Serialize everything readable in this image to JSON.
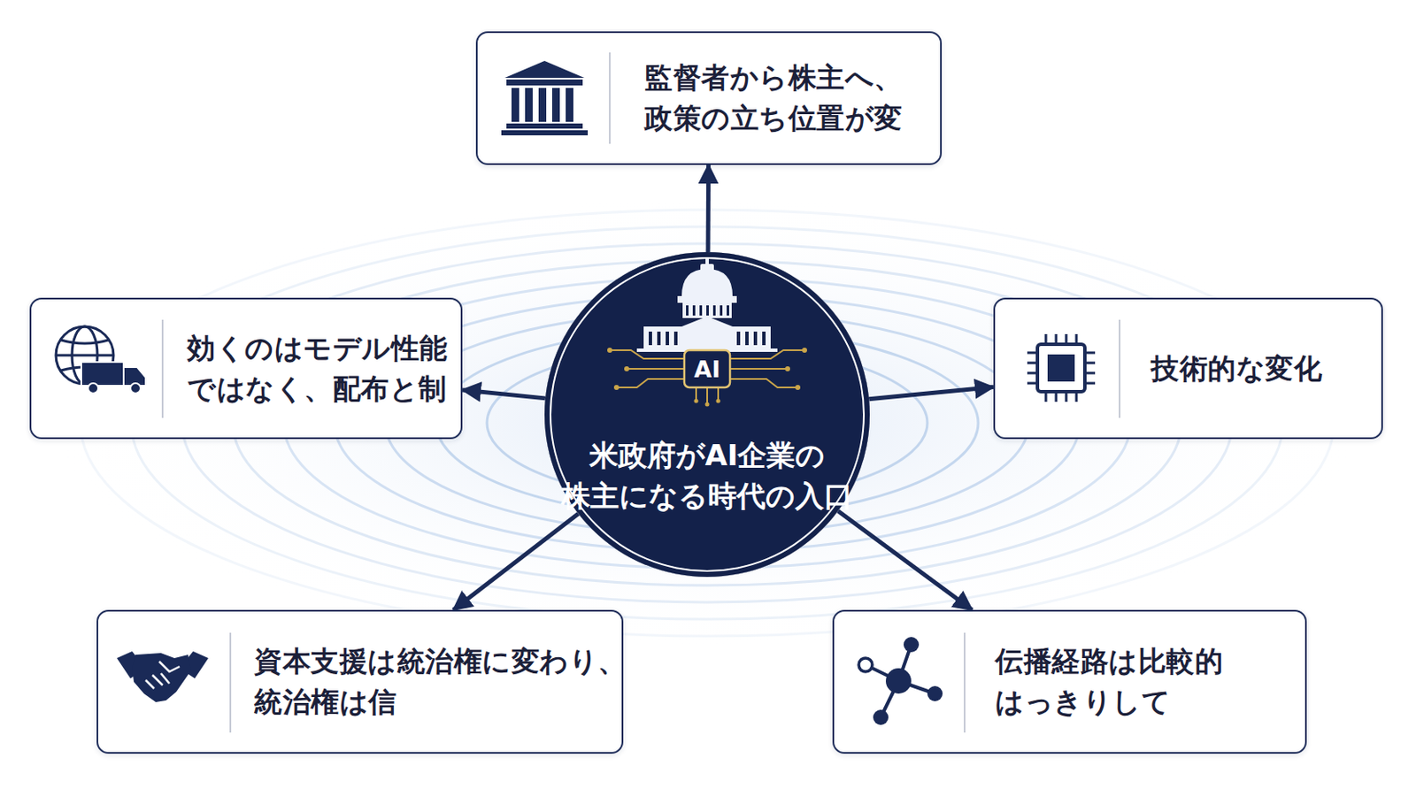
{
  "diagram": {
    "nodes": [
      {
        "text": [
          "AI",
          "米政府がAI企業の 株主になる時代の入口"
        ]
      },
      {
        "text": [
          "監督者から株主へ、 政策の立ち位置が変"
        ]
      },
      {
        "text": [
          "効くのはモデル性能 ではなく、配布と制"
        ]
      },
      {
        "text": [
          "技術的な変化"
        ]
      },
      {
        "text": [
          "資本支援は統治権に変わり、 統治権は信"
        ]
      },
      {
        "text": [
          "伝播経路は比較的 はっきりして"
        ]
      }
    ],
    "edges": [
      {
        "from": 0,
        "to": 1,
        "arrow": "to"
      },
      {
        "from": 0,
        "to": 2,
        "arrow": "to"
      },
      {
        "from": 0,
        "to": 3,
        "arrow": "to"
      },
      {
        "from": 0,
        "to": 4,
        "arrow": "to"
      },
      {
        "from": 0,
        "to": 5,
        "arrow": "to"
      }
    ]
  }
}
